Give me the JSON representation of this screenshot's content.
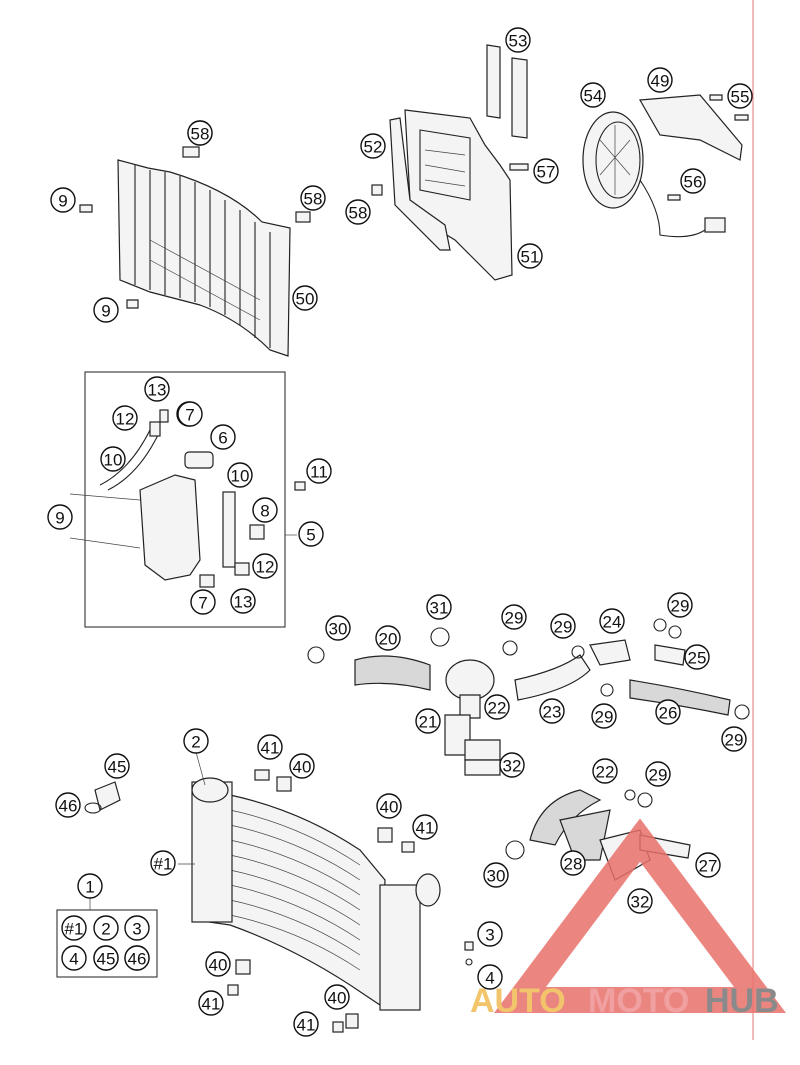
{
  "callouts": [
    "53",
    "49",
    "54",
    "55",
    "52",
    "57",
    "58",
    "9",
    "56",
    "51",
    "50",
    "13",
    "12",
    "7",
    "6",
    "10",
    "11",
    "8",
    "5",
    "31",
    "29",
    "24",
    "30",
    "20",
    "25",
    "21",
    "22",
    "23",
    "26",
    "2",
    "41",
    "40",
    "45",
    "32",
    "46",
    "#1",
    "28",
    "27",
    "1",
    "3",
    "4",
    "45",
    "46"
  ],
  "kit_labels": [
    "#1",
    "2",
    "3",
    "4",
    "45",
    "46"
  ],
  "watermark": {
    "auto": "AUTO",
    "moto": "MOTO",
    "hub": "HUB"
  },
  "colors": {
    "triangle": "#e8706a",
    "edge_line": "#e89090"
  }
}
